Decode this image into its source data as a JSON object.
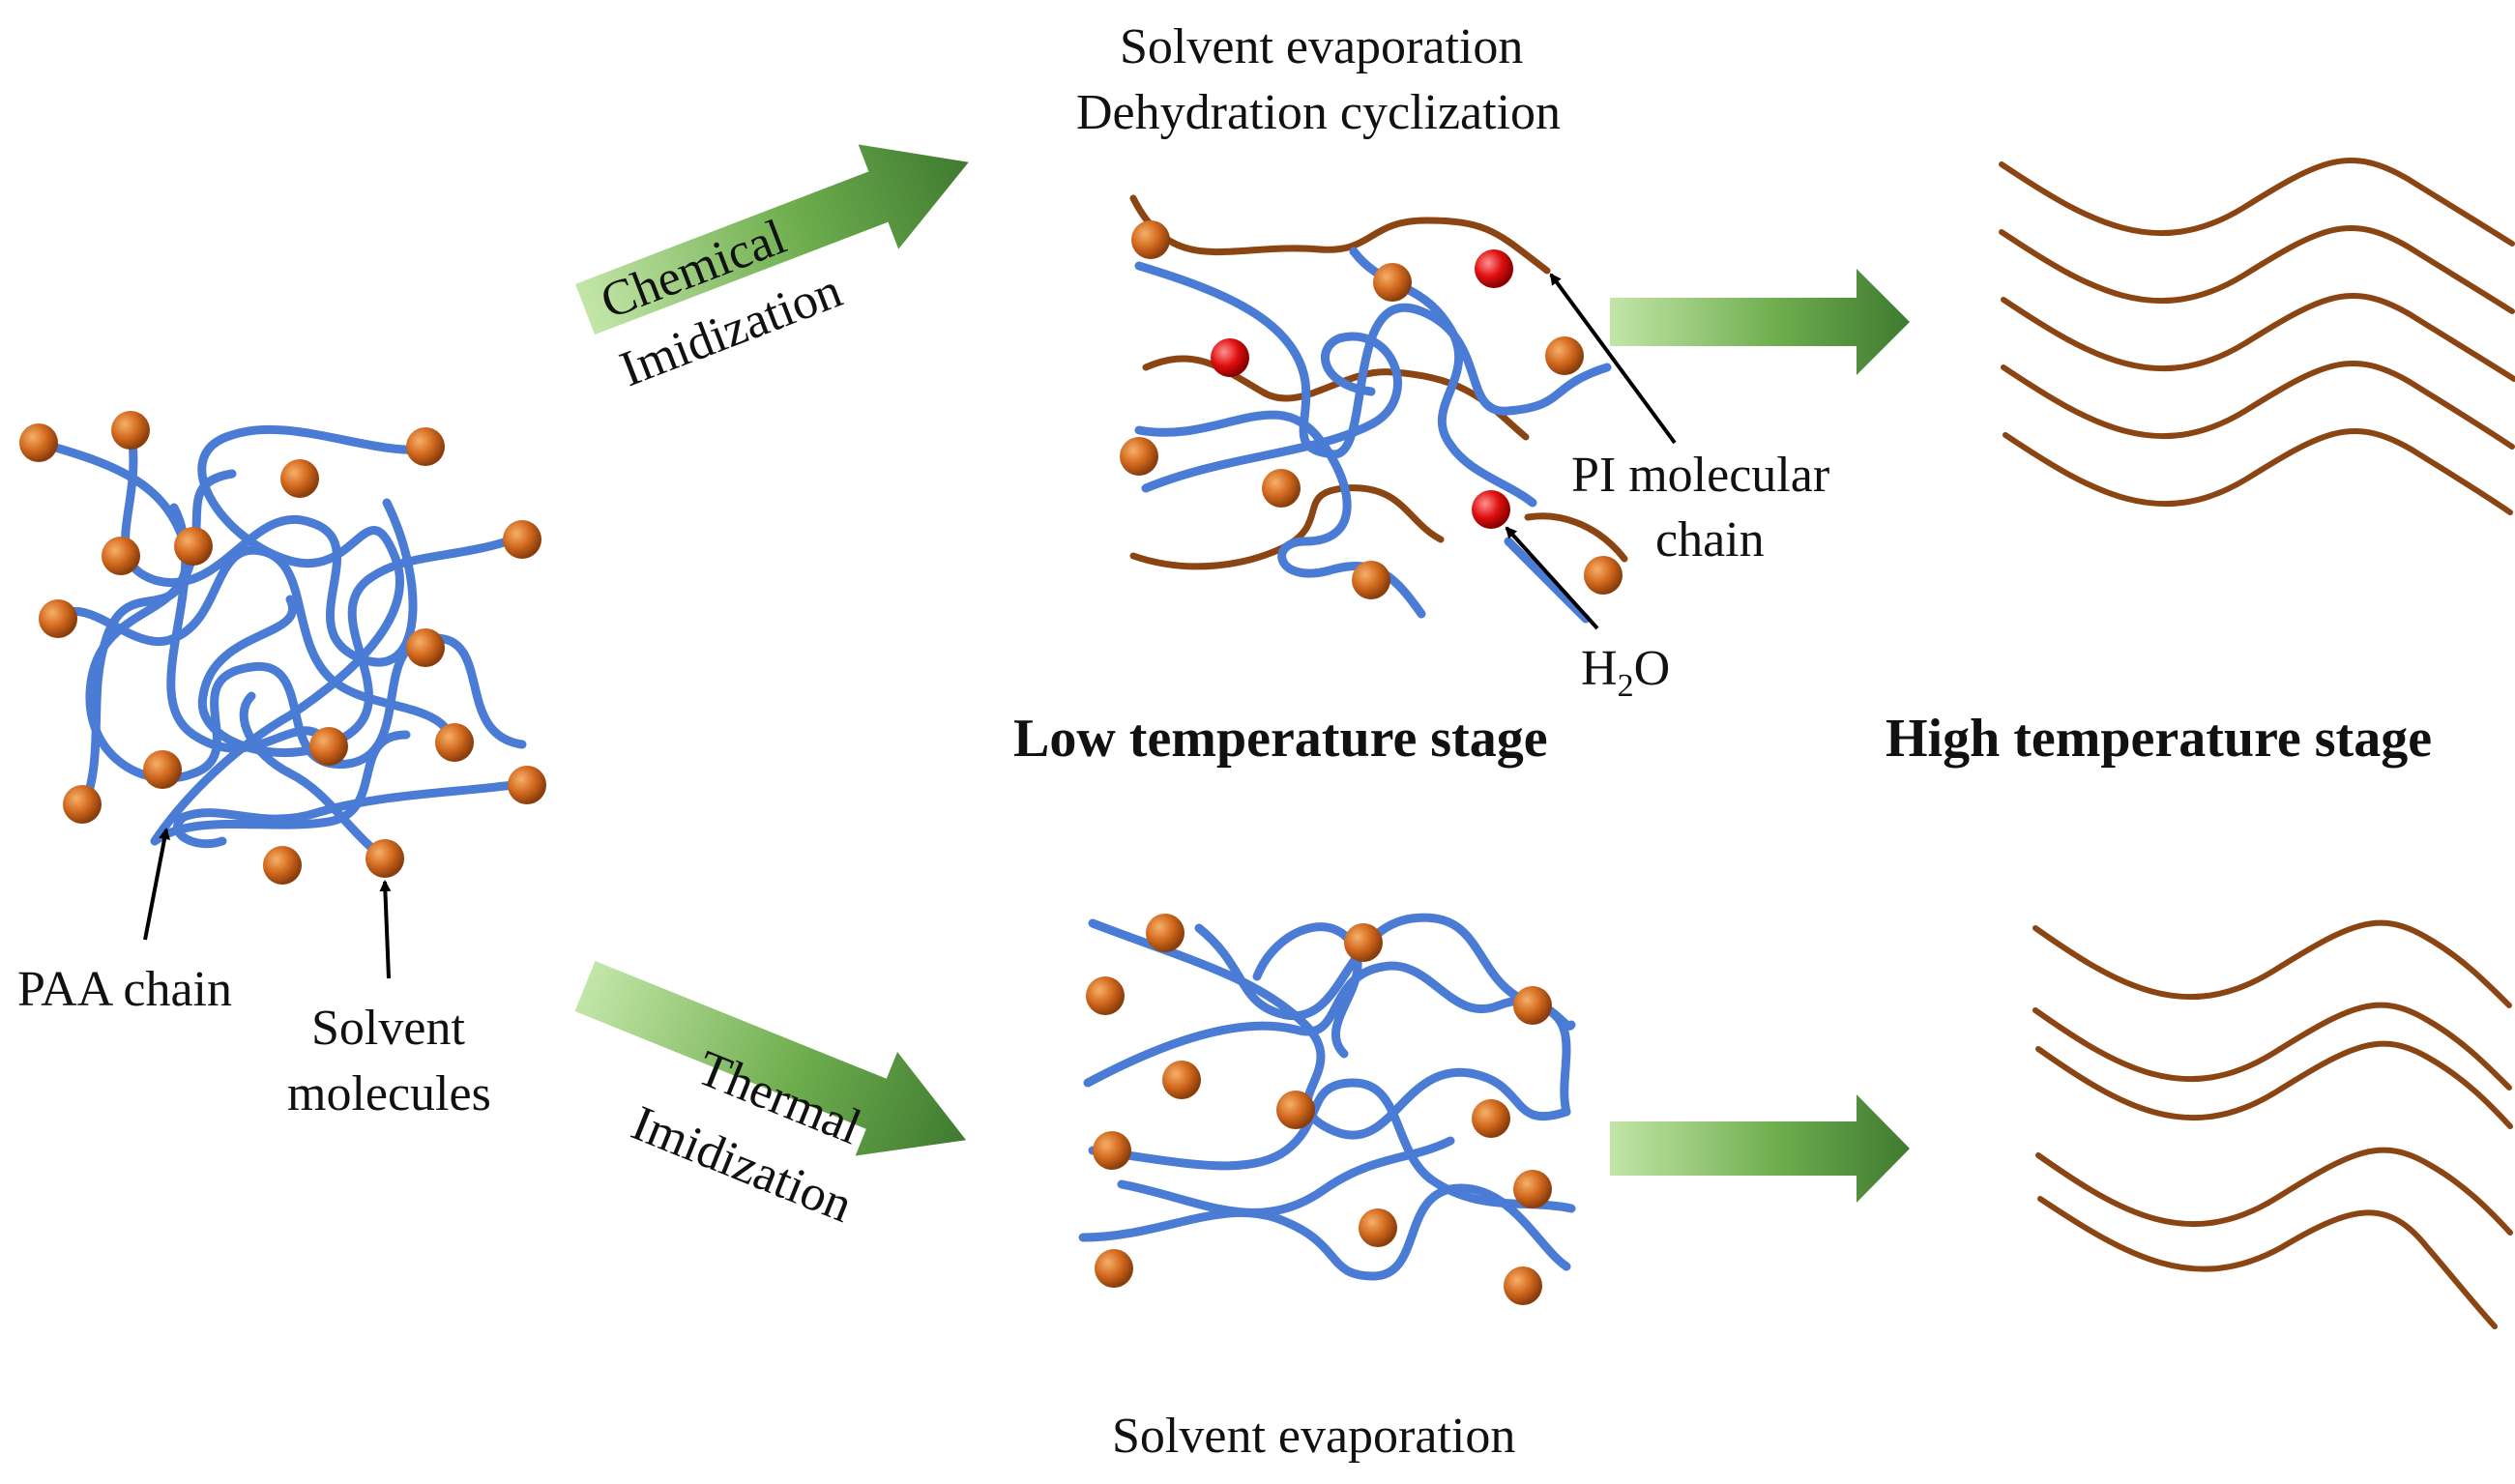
{
  "labels": {
    "top_note_line1": "Solvent evaporation",
    "top_note_line2": "Dehydration cyclization",
    "chemical_line1": "Chemical",
    "chemical_line2": "Imidization",
    "thermal_line1": "Thermal",
    "thermal_line2": "Imidization",
    "pi_line1": "PI molecular",
    "pi_line2": "chain",
    "water_H": "H",
    "water_sub": "2",
    "water_O": "O",
    "low_stage": "Low temperature stage",
    "high_stage": "High temperature stage",
    "paa_chain": "PAA chain",
    "solvent_line1": "Solvent",
    "solvent_line2": "molecules",
    "bottom_note": "Solvent evaporation"
  },
  "colors": {
    "paa_chain": "#4a7cd6",
    "pi_chain": "#8b4513",
    "solvent_molecule": "#d2691e",
    "water_molecule": "#e01010",
    "arrow_light": "#a8d88a",
    "arrow_dark": "#3f7a30",
    "text": "#111111"
  }
}
